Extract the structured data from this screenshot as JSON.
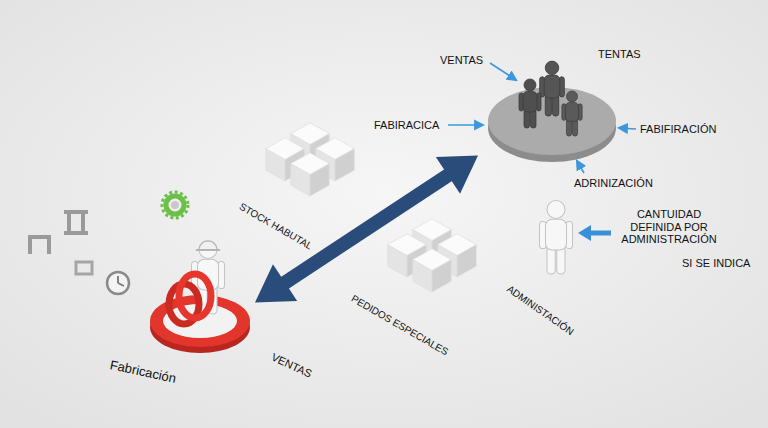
{
  "diagram": {
    "nodes": [
      {
        "text": [
          "TENTAS"
        ]
      },
      {
        "text": [
          "STOCK HABUTAL"
        ]
      },
      {
        "text": [
          "ADMINISTACIÓN"
        ]
      },
      {
        "text": [
          "PEDIDOS ESPECIALES"
        ]
      },
      {
        "text": [
          "Fabricación"
        ]
      }
    ],
    "edges": [
      {
        "from": 4,
        "to": 0,
        "arrow": "both"
      }
    ],
    "labels": [
      "VENTAS",
      "FABIRACICA",
      "FABIFIRACIÓN",
      "ADRINIZACIÓN",
      "CANTUIDAD DEFINIDA POR ADMINISTRACIÓN",
      "SI SE INDICA",
      "VENTAS"
    ]
  }
}
